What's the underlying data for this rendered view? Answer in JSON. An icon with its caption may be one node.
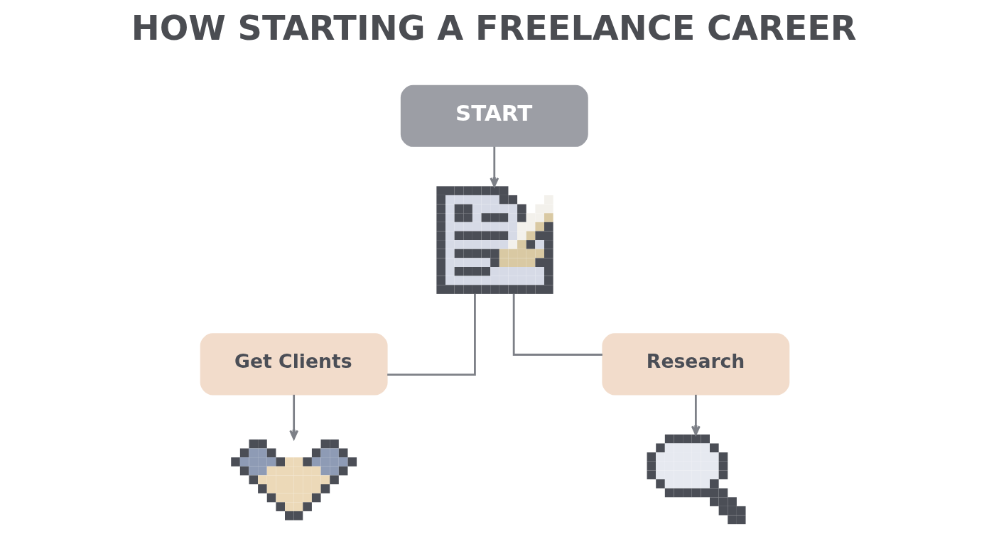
{
  "diagram": {
    "title": "HOW STARTING A FREELANCE CAREER",
    "nodes": [
      {
        "text": [
          "START"
        ]
      },
      {
        "text": [],
        "shape": "picture"
      },
      {
        "text": [
          "Get Clients"
        ]
      },
      {
        "text": [
          "Research"
        ]
      },
      {
        "text": [],
        "shape": "picture"
      },
      {
        "text": [],
        "shape": "picture"
      }
    ],
    "edges": [
      {
        "from": 0,
        "to": 1,
        "arrow": "to"
      },
      {
        "from": 1,
        "to": 2,
        "arrow": "none"
      },
      {
        "from": 1,
        "to": 3,
        "arrow": "none"
      },
      {
        "from": 2,
        "to": 4,
        "arrow": "to"
      },
      {
        "from": 3,
        "to": 5,
        "arrow": "to"
      }
    ]
  }
}
